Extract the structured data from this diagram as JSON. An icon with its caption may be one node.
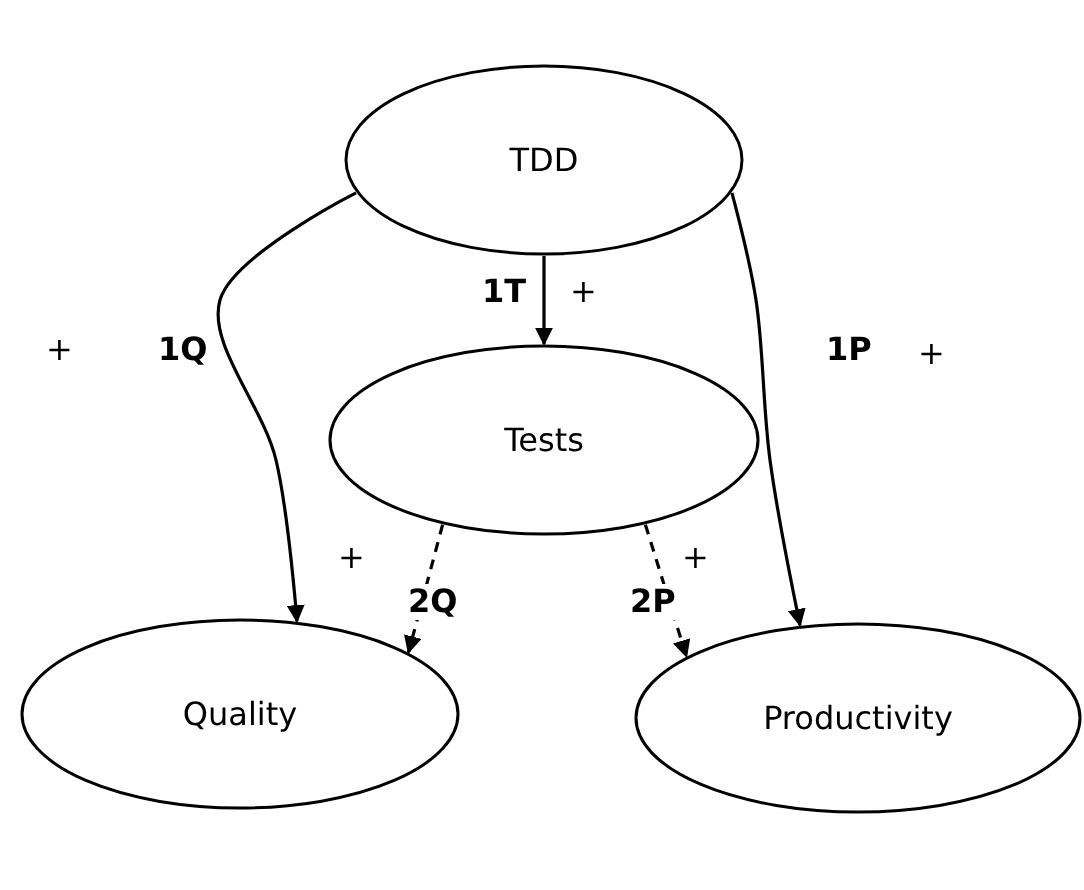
{
  "diagram": {
    "nodes": [
      {
        "text": [
          "TDD"
        ]
      },
      {
        "text": [
          "Tests"
        ]
      },
      {
        "text": [
          "Quality"
        ]
      },
      {
        "text": [
          "Productivity"
        ]
      }
    ],
    "edges": [
      {
        "from": 0,
        "to": 1,
        "arrow": "to",
        "label": "1T"
      },
      {
        "from": 0,
        "to": 2,
        "arrow": "to",
        "label": "1Q"
      },
      {
        "from": 0,
        "to": 3,
        "arrow": "to",
        "label": "1P"
      },
      {
        "from": 1,
        "to": 2,
        "arrow": "to",
        "label": "2Q",
        "style": "dashed"
      },
      {
        "from": 1,
        "to": 3,
        "arrow": "to",
        "label": "2P",
        "style": "dashed"
      }
    ],
    "labels": [
      "+",
      "+",
      "+",
      "+",
      "+"
    ]
  }
}
